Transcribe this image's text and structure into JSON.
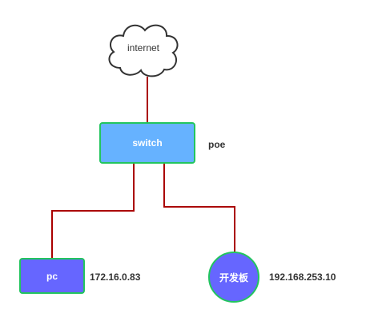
{
  "nodes": {
    "internet": {
      "label": "internet"
    },
    "switch": {
      "label": "switch",
      "note": "poe"
    },
    "pc": {
      "label": "pc",
      "ip": "172.16.0.83"
    },
    "board": {
      "label": "开发板",
      "ip": "192.168.253.10"
    }
  },
  "colors": {
    "link": "#aa0000",
    "node_fill_switch": "#66b2ff",
    "node_fill_device": "#6666ff",
    "node_border": "#22c55e"
  }
}
